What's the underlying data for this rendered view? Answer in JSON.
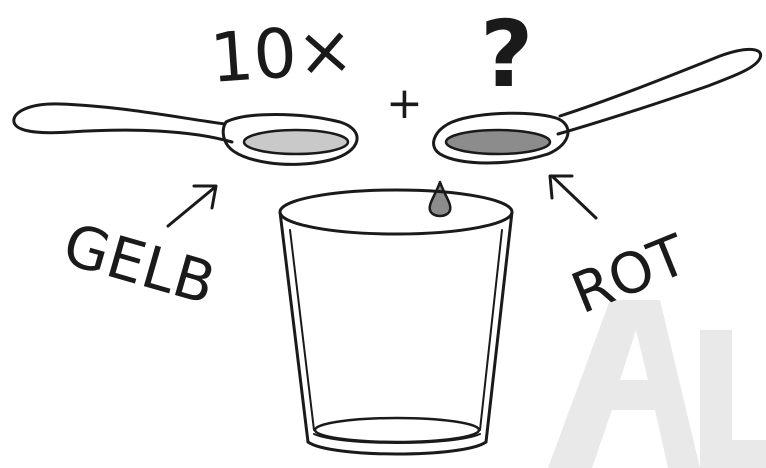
{
  "labels": {
    "multiplier": "10×",
    "plus": "+",
    "question": "?",
    "left_spoon": "GELB",
    "right_spoon": "ROT"
  },
  "colors": {
    "ink": "#1a1a1a",
    "yellow_liquid": "#c9c9c9",
    "red_liquid": "#8c8c8c",
    "drop": "#8c8c8c",
    "watermark": "#e4e4e4"
  },
  "icons": {
    "left_spoon": "spoon-icon",
    "right_spoon": "spoon-icon",
    "drop": "drop-icon",
    "glass": "glass-icon",
    "left_arrow": "arrow-up-right-icon",
    "right_arrow": "arrow-up-left-icon"
  }
}
